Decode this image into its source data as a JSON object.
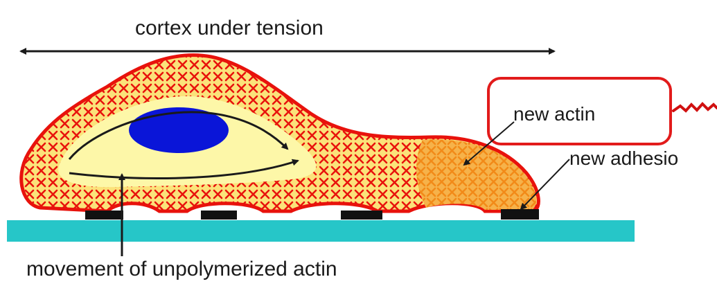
{
  "labels": {
    "cortex": "cortex under tension",
    "new_actin": "new actin",
    "new_adhesion": "new adhesio",
    "movement": "movement of unpolymerized actin"
  },
  "colors": {
    "cortex_outline": "#e8120c",
    "cytoplasm": "#fdf7a8",
    "nucleus": "#0a15d8",
    "substrate": "#26c6c8",
    "adhesion": "#111111",
    "new_actin": "#f28a18",
    "highlight_box": "#e21b1b",
    "text": "#1a1a1a"
  }
}
